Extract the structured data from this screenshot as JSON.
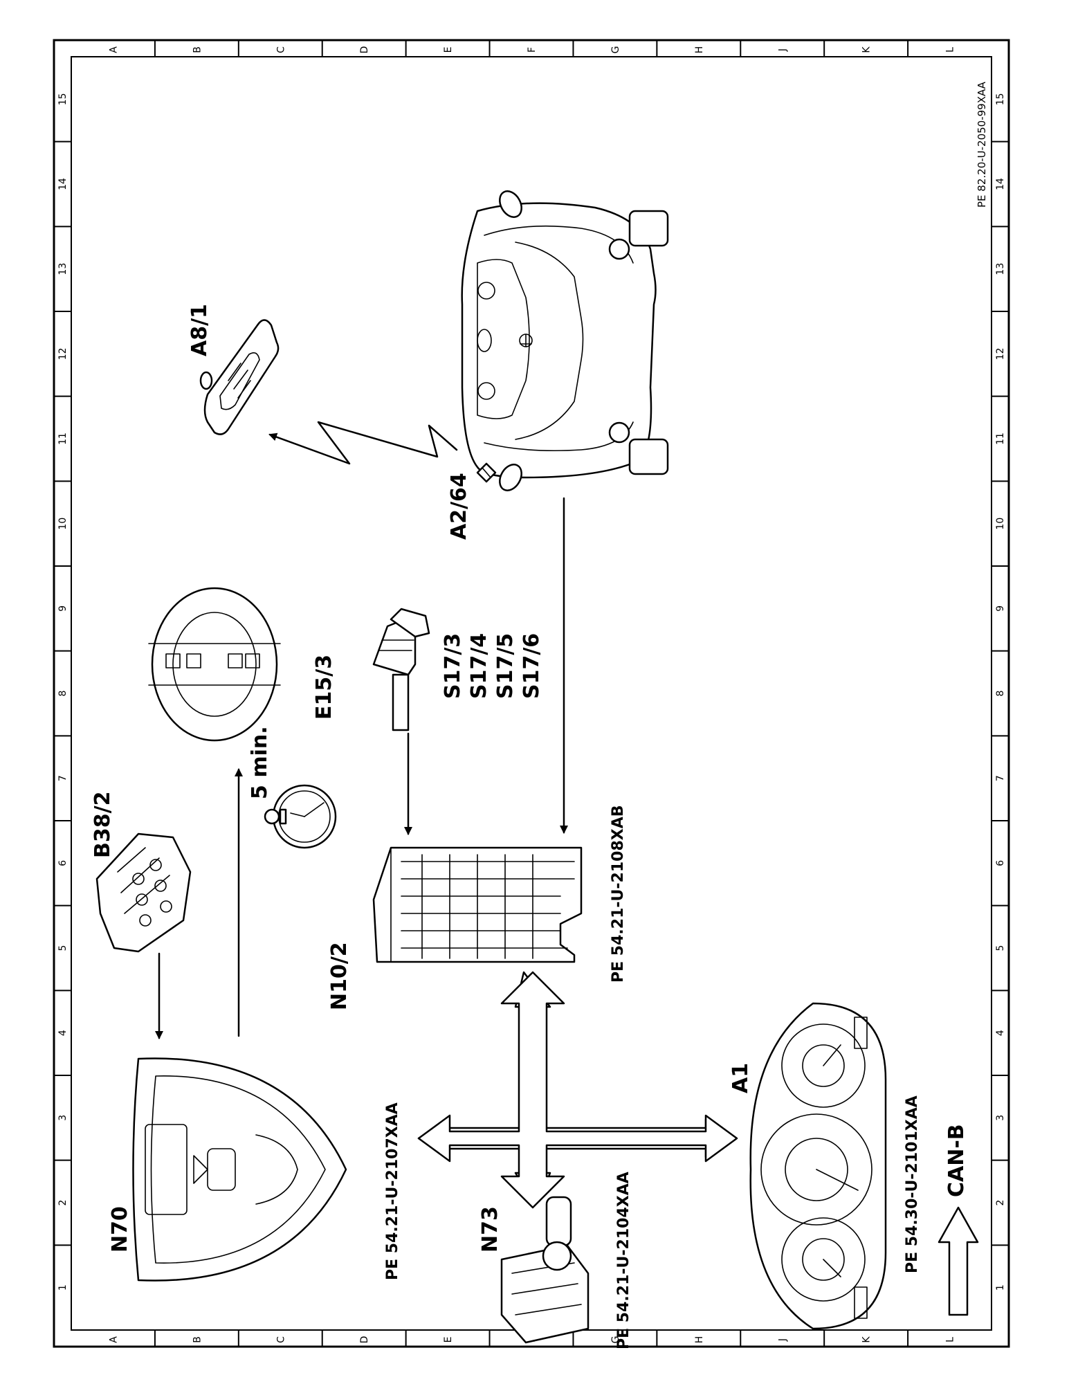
{
  "document_id": "PE 82.20-U-2050-99XAA",
  "grid": {
    "letters": [
      "A",
      "B",
      "C",
      "D",
      "E",
      "F",
      "G",
      "H",
      "J",
      "K",
      "L"
    ],
    "numbers": [
      "1",
      "2",
      "3",
      "4",
      "5",
      "6",
      "7",
      "8",
      "9",
      "10",
      "11",
      "12",
      "13",
      "14",
      "15"
    ]
  },
  "components": {
    "n70": "N70",
    "b38_2": "B38/2",
    "e15_3": "E15/3",
    "a8_1": "A8/1",
    "a2_64": "A2/64",
    "s17_3": "S17/3",
    "s17_4": "S17/4",
    "s17_5": "S17/5",
    "s17_6": "S17/6",
    "n10_2": "N10/2",
    "n73": "N73",
    "a1": "A1"
  },
  "timer_label": "5 min.",
  "references": {
    "n70": "PE 54.21-U-2107XAA",
    "n73": "PE 54.21-U-2104XAA",
    "n10_2": "PE 54.21-U-2108XAB",
    "a1": "PE 54.30-U-2101XAA"
  },
  "legend": {
    "can_b": "CAN-B"
  }
}
